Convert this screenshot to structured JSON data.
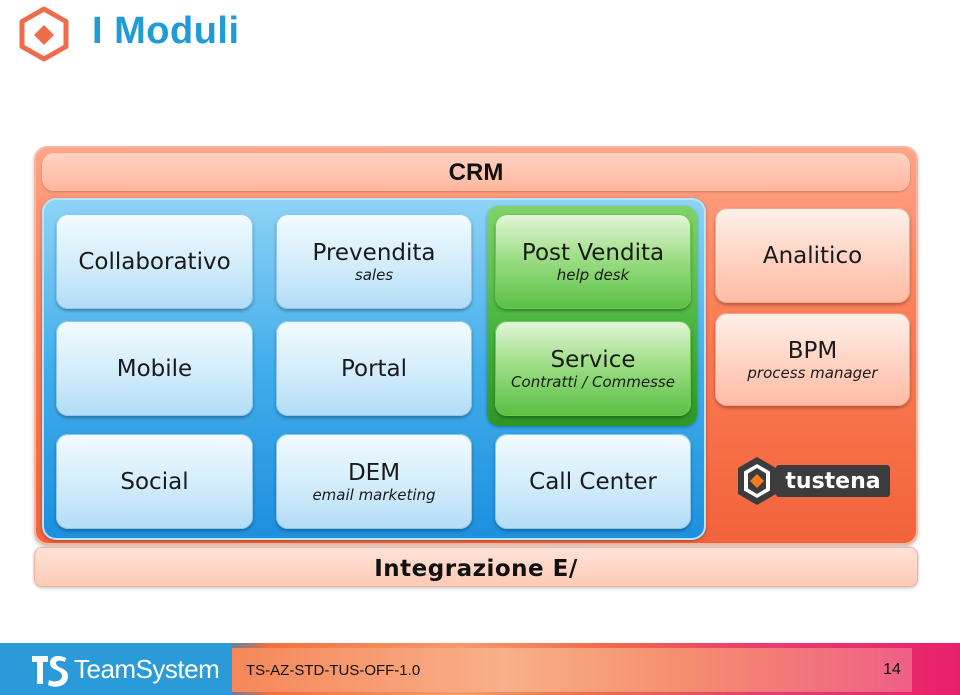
{
  "header": {
    "title": "I Moduli",
    "logo_icon": "teamsystem-hexagon-icon",
    "accent_color": "#1f9bd7"
  },
  "crm": {
    "label": "CRM"
  },
  "modules": {
    "collaborativo": {
      "label": "Collaborativo",
      "sub": ""
    },
    "prevendita": {
      "label": "Prevendita",
      "sub": "sales"
    },
    "post_vendita": {
      "label": "Post Vendita",
      "sub": "help desk"
    },
    "analitico": {
      "label": "Analitico",
      "sub": ""
    },
    "mobile": {
      "label": "Mobile",
      "sub": ""
    },
    "portal": {
      "label": "Portal",
      "sub": ""
    },
    "service": {
      "label": "Service",
      "sub": "Contratti / Commesse"
    },
    "bpm": {
      "label": "BPM",
      "sub": "process manager"
    },
    "social": {
      "label": "Social",
      "sub": ""
    },
    "dem": {
      "label": "DEM",
      "sub": "email marketing"
    },
    "call_center": {
      "label": "Call Center",
      "sub": ""
    }
  },
  "tustena_logo": {
    "text": "tustena",
    "icon": "tustena-hexagon-icon"
  },
  "integration": {
    "label": "Integrazione E/"
  },
  "footer": {
    "brand": "TeamSystem",
    "brand_icon": "teamsystem-ts-icon",
    "doc_code": "TS-AZ-STD-TUS-OFF-1.0",
    "page": "14"
  },
  "colors": {
    "blue_panel": "#41adeb",
    "green_panel": "#43b33a",
    "crm_outer": "#fb7c55"
  }
}
